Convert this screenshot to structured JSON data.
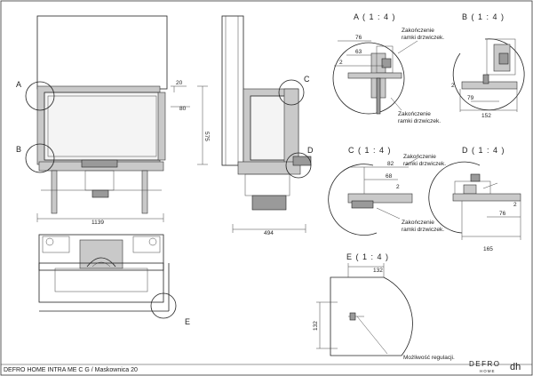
{
  "front_view": {
    "callout_a": "A",
    "callout_b": "B",
    "dim_20": "20",
    "dim_80": "80",
    "dim_575": "575",
    "dim_1139": "1139"
  },
  "side_view": {
    "callout_c": "C",
    "callout_d": "D",
    "dim_494": "494"
  },
  "plan_view": {
    "callout_e": "E"
  },
  "detail_a": {
    "title": "A ( 1 : 4 )",
    "dim_76": "76",
    "dim_63": "63",
    "dim_2": "2",
    "note_top_1": "Zakończenie",
    "note_top_2": "ramki drzwiczek.",
    "note_bottom_1": "Zakończenie",
    "note_bottom_2": "ramki drzwiczek."
  },
  "detail_b": {
    "title": "B ( 1 : 4 )",
    "dim_2": "2",
    "dim_79": "79",
    "dim_152": "152"
  },
  "detail_c": {
    "title": "C ( 1 : 4 )",
    "dim_82": "82",
    "dim_68": "68",
    "dim_2": "2",
    "note_top_1": "Zakończenie",
    "note_top_2": "ramki drzwiczek.",
    "note_bottom_1": "Zakończenie",
    "note_bottom_2": "ramki drzwiczek."
  },
  "detail_d": {
    "title": "D ( 1 : 4 )",
    "dim_2": "2",
    "dim_76": "76",
    "dim_165": "165"
  },
  "detail_e": {
    "title": "E ( 1 : 4 )",
    "dim_132_h": "132",
    "dim_132_v": "132",
    "note": "Możliwość regulacji."
  },
  "footer": {
    "caption": "DEFRO HOME INTRA ME C G / Maskownica 20",
    "logo_word": "DEFRO",
    "logo_sub": "HOME",
    "logo_mark": "dh"
  }
}
